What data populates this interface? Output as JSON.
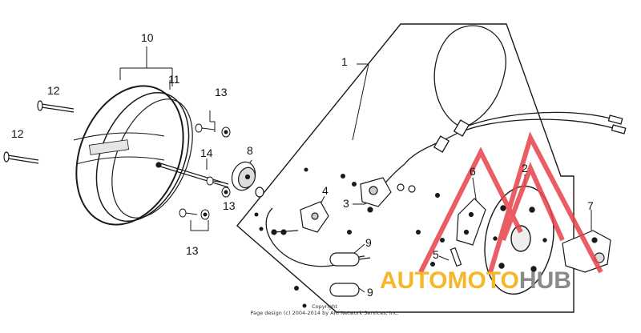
{
  "callouts": {
    "c1": "1",
    "c2": "2",
    "c3": "3",
    "c4": "4",
    "c5": "5",
    "c6": "6",
    "c7": "7",
    "c8": "8",
    "c9a": "9",
    "c9b": "9",
    "c10": "10",
    "c11": "11",
    "c12a": "12",
    "c12b": "12",
    "c13a": "13",
    "c13b": "13",
    "c13c": "13",
    "c14": "14"
  },
  "watermark": {
    "auto": "AUTO",
    "moto": "MOTO",
    "hub": "HUB",
    "triangle_color": "#e8414a",
    "accent_color": "#f5b62a"
  },
  "copyright": {
    "line1": "Copyright",
    "line2": "Page design (c) 2004-2014 by ARI Network Services, Inc."
  },
  "colors": {
    "line": "#1a1a1a"
  }
}
